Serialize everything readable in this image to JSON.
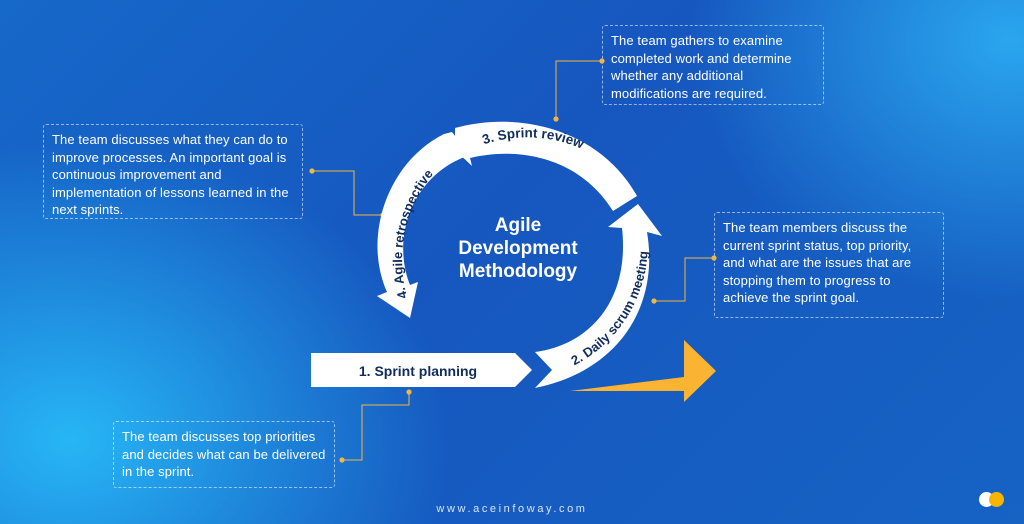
{
  "center_title": [
    "Agile",
    "Development",
    "Methodology"
  ],
  "stages": {
    "planning": "1. Sprint planning",
    "daily": "2. Daily scrum meeting",
    "review": "3. Sprint review",
    "retro": "4. Agile retrospective"
  },
  "notes": {
    "review": "The team gathers to examine completed work and determine whether any additional modifications are required.",
    "retro": "The team discusses what they can do to improve processes. An important goal is continuous improvement and implementation of lessons learned in the next sprints.",
    "daily": "The team members discuss the current sprint status, top priority, and what are the issues that are stopping them to progress to achieve the sprint goal.",
    "planning": "The team discusses top priorities and decides what can be delivered in the sprint."
  },
  "footer": "www.aceinfoway.com",
  "colors": {
    "arrow_fill": "#ffffff",
    "stage_text": "#0f2d5c",
    "forward_arrow": "#fbb332",
    "connector": "#f2b640",
    "logo_left": "#ffffff",
    "logo_right": "#f7b500"
  }
}
